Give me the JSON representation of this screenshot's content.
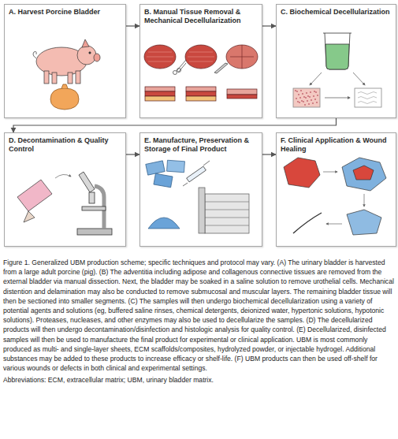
{
  "diagram": {
    "caption": "Figure 1. Generalized UBM production scheme; specific techniques and protocol may vary. (A) The urinary bladder is harvested from a large adult porcine (pig). (B) The adventitia including adipose and collagenous connective tissues are removed from the external bladder via manual dissection. Next, the bladder may be soaked in a saline solution to remove urothelial cells. Mechanical distention and delamination may also be conducted to remove submucosal and muscular layers. The remaining bladder tissue will then be sectioned into smaller segments. (C) The samples will then undergo biochemical decellularization using a variety of potential agents and solutions (eg, buffered saline rinses, chemical detergents, deionized water, hypertonic solutions, hypotonic solutions). Proteases, nucleases, and other enzymes may also be used to decellularize the samples. (D) The decellularized products will then undergo decontamination/disinfection and histologic analysis for quality control. (E) Decellularized, disinfected samples will then be used to manufacture the final product for experimental or clinical application. UBM is most commonly produced as multi- and single-layer sheets, ECM scaffolds/composites, hydrolyzed powder, or injectable hydrogel. Additional substances may be added to these products to increase efficacy or shelf-life. (F) UBM products can then be used off-shelf for various wounds or defects in both clinical and experimental settings.",
    "nodes": [
      {
        "text": [
          "A. Harvest Porcine Bladder"
        ]
      },
      {
        "text": [
          "B. Manual Tissue Removal & Mechanical Decellularization"
        ]
      },
      {
        "text": [
          "C. Biochemical Decellularization"
        ]
      },
      {
        "text": [
          "D. Decontamination & Quality Control"
        ]
      },
      {
        "text": [
          "E. Manufacture, Preservation & Storage of Final Product"
        ]
      },
      {
        "text": [
          "F. Clinical Application & Wound Healing"
        ]
      }
    ],
    "edges": [
      {
        "from": 0,
        "to": 1,
        "arrow": "to"
      },
      {
        "from": 1,
        "to": 2,
        "arrow": "to"
      },
      {
        "from": 2,
        "to": 3,
        "arrow": "to"
      },
      {
        "from": 3,
        "to": 4,
        "arrow": "to"
      },
      {
        "from": 4,
        "to": 5,
        "arrow": "to"
      }
    ],
    "labels": [
      "Abbreviations: ECM, extracellular matrix; UBM, urinary bladder matrix."
    ]
  }
}
